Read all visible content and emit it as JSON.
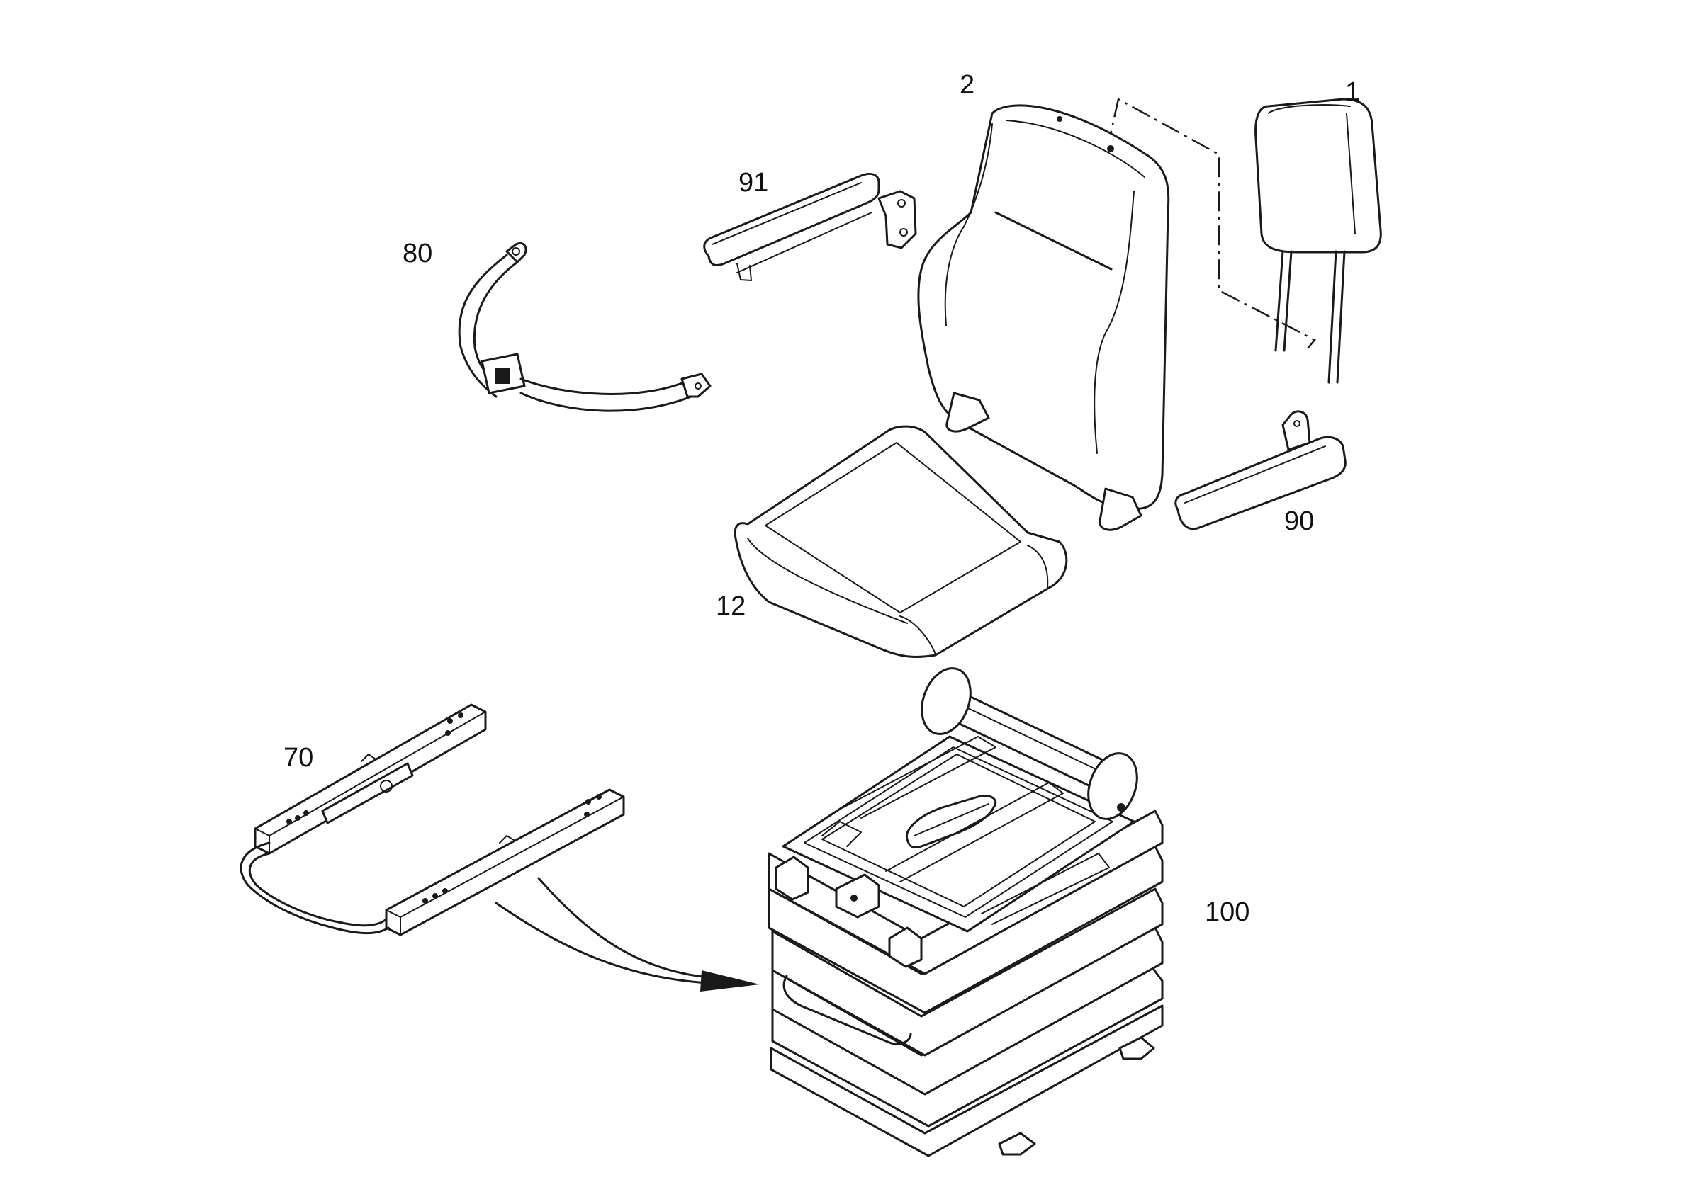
{
  "diagram": {
    "callouts": {
      "headrest": "1",
      "backrest": "2",
      "seat_cushion": "12",
      "seat_rails": "70",
      "seat_belt": "80",
      "armrest_right": "90",
      "armrest_left": "91",
      "suspension": "100"
    },
    "colors": {
      "line": "#1a1a1a",
      "background": "#ffffff"
    }
  }
}
